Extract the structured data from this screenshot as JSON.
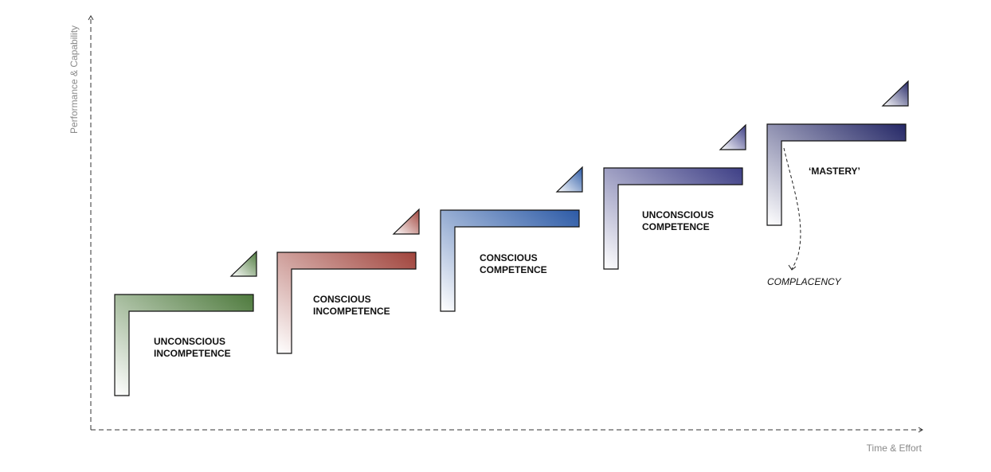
{
  "axes": {
    "y_label": "Performance & Capability",
    "x_label": "Time & Effort"
  },
  "stages": [
    {
      "line1": "UNCONSCIOUS",
      "line2": "INCOMPETENCE",
      "color": "#4e7a3d"
    },
    {
      "line1": "CONSCIOUS",
      "line2": "INCOMPETENCE",
      "color": "#a0433b"
    },
    {
      "line1": "CONSCIOUS",
      "line2": "COMPETENCE",
      "color": "#2c5aa6"
    },
    {
      "line1": "UNCONSCIOUS",
      "line2": "COMPETENCE",
      "color": "#3e3f86"
    },
    {
      "line1": "‘MASTERY’",
      "line2": "",
      "color": "#242766"
    }
  ],
  "complacency": "COMPLACENCY"
}
